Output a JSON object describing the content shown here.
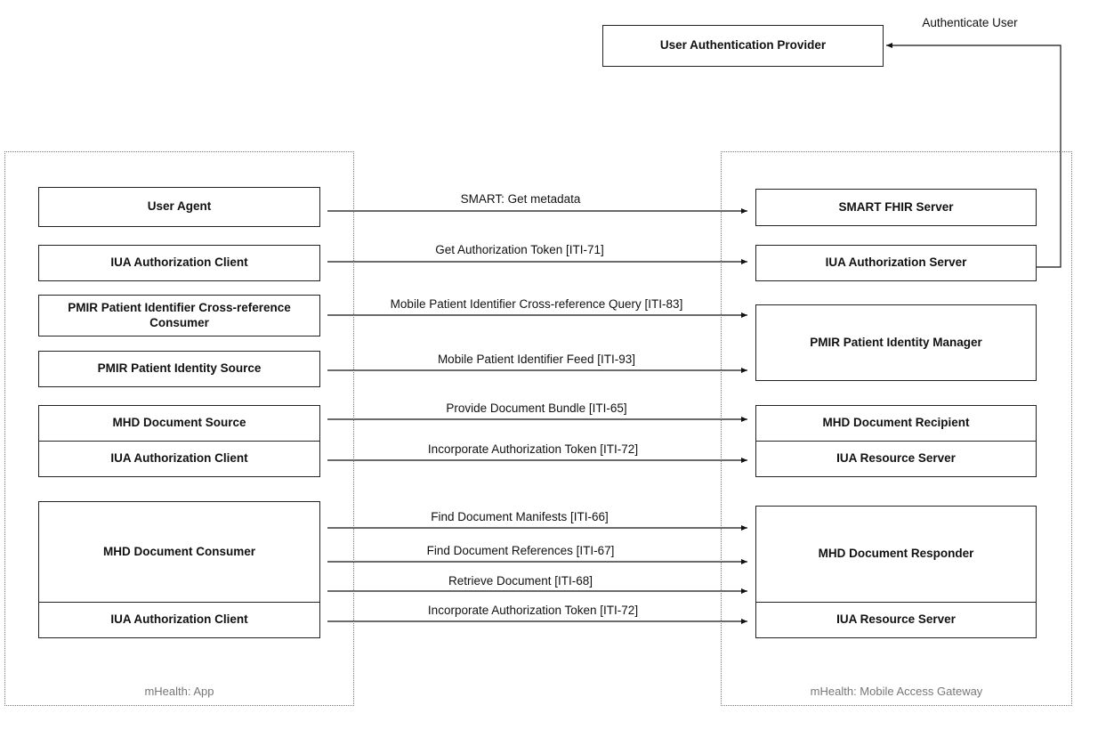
{
  "provider": {
    "name": "User Authentication Provider",
    "callback_label": "Authenticate User"
  },
  "app": {
    "label": "mHealth: App",
    "actors": [
      "User Agent",
      "IUA Authorization Client",
      "PMIR Patient Identifier Cross-reference Consumer",
      "PMIR Patient Identity Source",
      "MHD Document Source",
      "IUA Authorization Client",
      "MHD Document Consumer",
      "IUA Authorization Client"
    ]
  },
  "gateway": {
    "label": "mHealth: Mobile Access Gateway",
    "actors": [
      "SMART FHIR Server",
      "IUA Authorization Server",
      "PMIR Patient Identity Manager",
      "MHD Document Recipient",
      "IUA Resource Server",
      "MHD Document Responder",
      "IUA Resource Server"
    ]
  },
  "transactions": [
    "SMART: Get metadata",
    "Get Authorization Token [ITI-71]",
    "Mobile Patient Identifier Cross-reference Query [ITI-83]",
    "Mobile Patient Identifier Feed [ITI-93]",
    "Provide Document Bundle [ITI-65]",
    "Incorporate Authorization Token [ITI-72]",
    "Find Document Manifests [ITI-66]",
    "Find Document References [ITI-67]",
    "Retrieve Document [ITI-68]",
    "Incorporate Authorization Token [ITI-72]"
  ]
}
